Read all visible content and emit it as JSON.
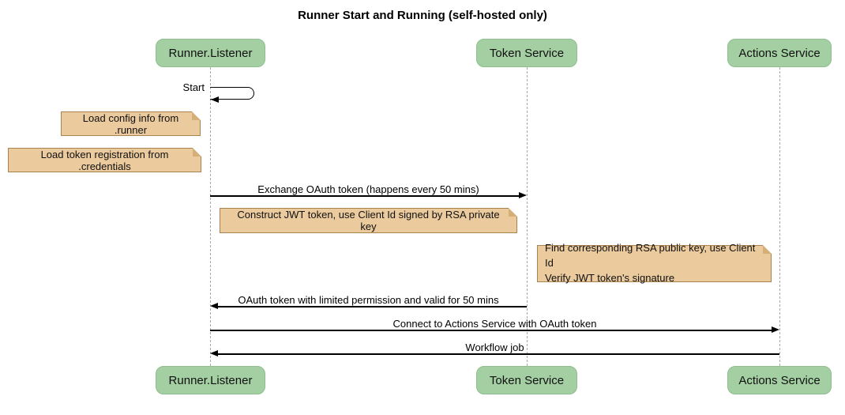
{
  "title": "Runner Start and Running (self-hosted only)",
  "participants": {
    "runner": "Runner.Listener",
    "token": "Token Service",
    "actions": "Actions Service"
  },
  "messages": {
    "start": "Start",
    "exchange_oauth": "Exchange OAuth token (happens every 50 mins)",
    "oauth_return": "OAuth token with limited permission and valid for 50 mins",
    "connect_actions": "Connect to Actions Service with OAuth token",
    "workflow_job": "Workflow job"
  },
  "notes": {
    "load_config": "Load config info from .runner",
    "load_token_registration": "Load token registration from .credentials",
    "construct_jwt": "Construct JWT token, use Client Id signed by RSA private key",
    "find_rsa_line1": "Find corresponding RSA public key, use Client Id",
    "find_rsa_line2": "Verify JWT token's signature"
  },
  "colors": {
    "participant_fill": "#A3CFA3",
    "participant_border": "#8FBE8F",
    "note_fill": "#EBCA9E",
    "note_border": "#A8824F",
    "note_fold": "#D5AE78",
    "lifeline": "#AAAAAA",
    "arrow": "#000000"
  }
}
